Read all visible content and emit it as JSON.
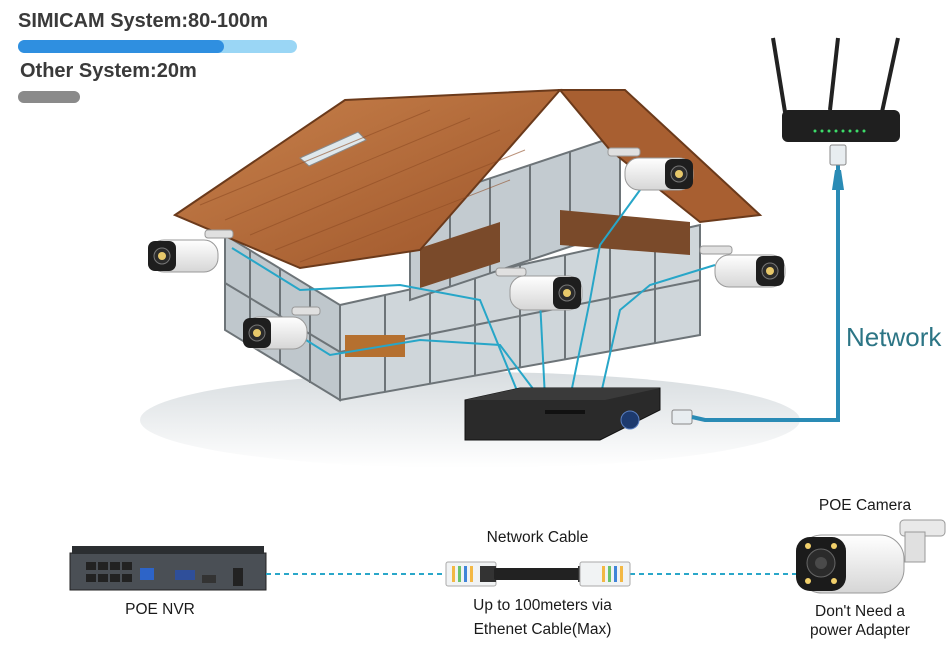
{
  "header": {
    "simicam_label": "SIMICAM System:80-100m",
    "simicam_fill_fraction": 0.74,
    "other_label": "Other System:20m",
    "other_fill_fraction": 1.0
  },
  "network_label": "Network",
  "bottom": {
    "cable_title": "Network Cable",
    "cable_caption_line1": "Up to 100meters via",
    "cable_caption_line2": "Ethenet Cable(Max)",
    "nvr_label": "POE NVR",
    "camera_title": "POE Camera",
    "camera_caption_line1": "Don't Need a",
    "camera_caption_line2": "power Adapter"
  },
  "colors": {
    "cable_blue": "#2a8bb5",
    "dashed_line": "#2aa7c9",
    "network_text": "#2c7585",
    "bar_blue": "#2f8fe0",
    "bar_light": "#9ad6f5",
    "bar_gray": "#8a8a8a",
    "roof": "#b56a3a"
  }
}
